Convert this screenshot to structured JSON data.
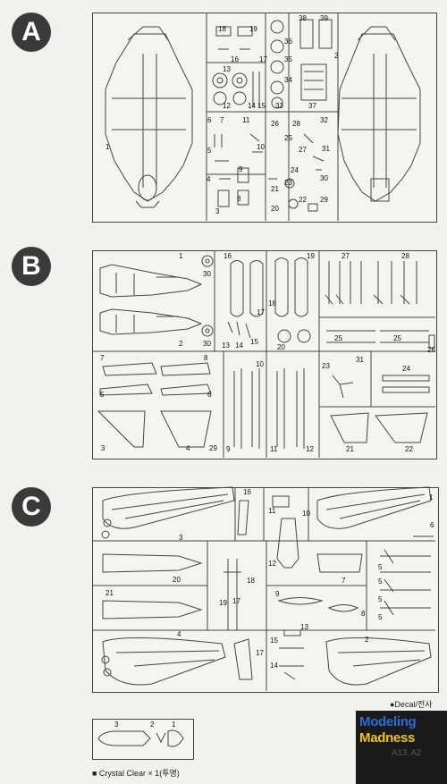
{
  "sections": [
    {
      "id": "A",
      "label": "A"
    },
    {
      "id": "B",
      "label": "B"
    },
    {
      "id": "C",
      "label": "C"
    }
  ],
  "sprue_a": {
    "parts": [
      "1",
      "2",
      "3",
      "4",
      "5",
      "6",
      "7",
      "8",
      "9",
      "10",
      "11",
      "12",
      "13",
      "14",
      "15",
      "16",
      "17",
      "18",
      "19",
      "20",
      "21",
      "22",
      "23",
      "24",
      "25",
      "26",
      "27",
      "28",
      "29",
      "30",
      "31",
      "32",
      "33",
      "34",
      "35",
      "36",
      "37",
      "38",
      "39"
    ]
  },
  "sprue_b": {
    "parts": [
      "1",
      "2",
      "3",
      "4",
      "5",
      "6",
      "7",
      "8",
      "9",
      "10",
      "11",
      "12",
      "13",
      "14",
      "15",
      "16",
      "17",
      "18",
      "19",
      "20",
      "21",
      "22",
      "23",
      "24",
      "25",
      "26",
      "27",
      "28",
      "29",
      "30",
      "31"
    ]
  },
  "sprue_c": {
    "parts": [
      "1",
      "2",
      "3",
      "4",
      "5",
      "6",
      "7",
      "8",
      "9",
      "10",
      "11",
      "12",
      "13",
      "14",
      "15",
      "16",
      "17",
      "18",
      "19",
      "20",
      "21"
    ]
  },
  "sprue_clear": {
    "parts": [
      "3",
      "2",
      "1"
    ],
    "caption": "■ Crystal Clear × 1(투명)"
  },
  "decal_label": "●Decal/전사",
  "watermark": {
    "line1": "Modeling",
    "line2": "Madness",
    "extra": "A13, A2"
  },
  "colors": {
    "badge": "#3a3a3a",
    "line": "#444444",
    "paper": "#f3f1ed",
    "mm_blue": "#2b6cd6",
    "mm_yellow": "#f2c400"
  }
}
